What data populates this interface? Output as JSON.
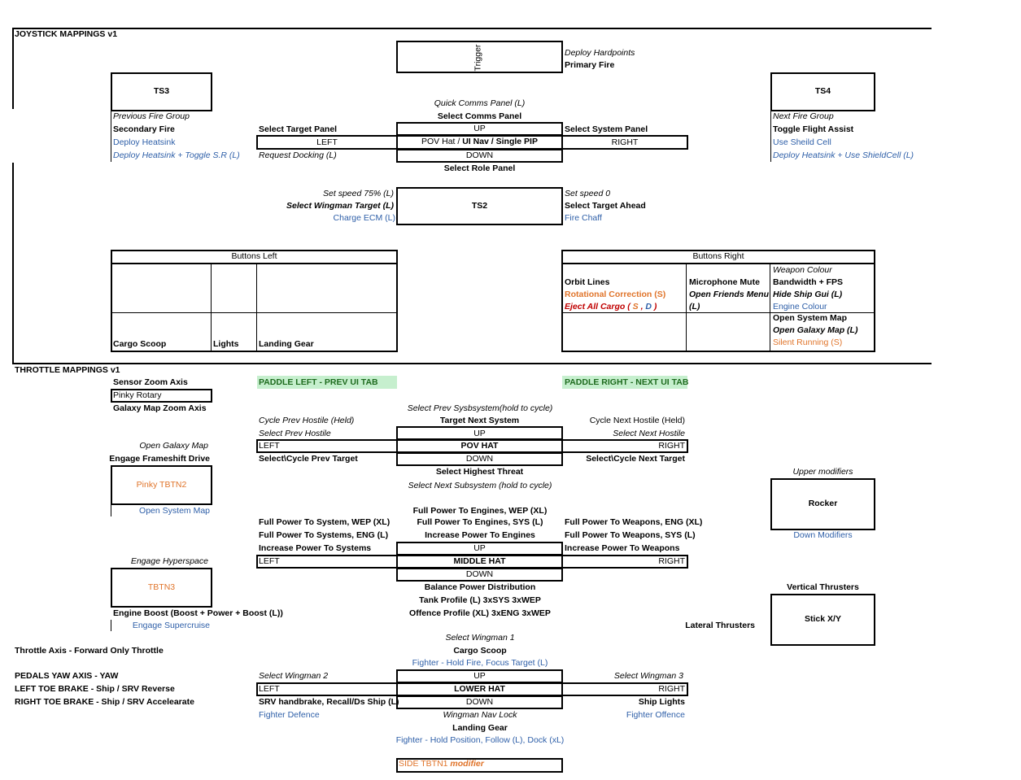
{
  "joystick": {
    "title": "JOYSTICK MAPPINGS v1",
    "trigger": {
      "label": "Trigger",
      "line1": "Deploy Hardpoints",
      "line2": "Primary Fire"
    },
    "ts3": {
      "label": "TS3",
      "l1": "Previous Fire Group",
      "l2": "Secondary Fire",
      "l3": "Deploy Heatsink",
      "l4": "Deploy Heatsink + Toggle S.R (L)"
    },
    "ts4": {
      "label": "TS4",
      "l1": "Next Fire Group",
      "l2": "Toggle Flight Assist",
      "l3": "Use Sheild Cell",
      "l4": "Deploy Heatsink + Use ShieldCell (L)"
    },
    "pov": {
      "top1": "Quick Comms Panel (L)",
      "top2": "Select Comms Panel",
      "left1": "Select Target Panel",
      "left2": "Request Docking (L)",
      "right1": "Select System Panel",
      "up": "UP",
      "down": "DOWN",
      "left": "LEFT",
      "right": "RIGHT",
      "center_a": "POV Hat / ",
      "center_b": "UI Nav / Single PIP",
      "bottom": "Select Role Panel"
    },
    "ts2": {
      "label": "TS2",
      "l1": "Set speed 75% (L)",
      "l2": "Select Wingman Target (L)",
      "l3": "Charge ECM (L)",
      "r1": "Set speed 0",
      "r2": "Select Target Ahead",
      "r3": "Fire Chaff"
    },
    "buttons_left": {
      "title": "Buttons Left",
      "c1": "Cargo Scoop",
      "c2": "Lights",
      "c3": "Landing Gear"
    },
    "buttons_right": {
      "title": "Buttons Right",
      "a1": "Orbit Lines",
      "a2": "Rotational Correction (S)",
      "a3a": "Eject All Cargo ( ",
      "a3s": "S",
      "a3c": " , ",
      "a3d": "D",
      "a3e": " )",
      "b1": "Microphone Mute",
      "b2": "Open Friends Menu",
      "b3": "(L)",
      "c1": "Weapon Colour",
      "c2": "Bandwidth + FPS",
      "c3": "Hide Ship Gui (L)",
      "c4": "Engine Colour",
      "d1": "Open System Map",
      "d2": "Open Galaxy Map (L)",
      "d3": "Silent Running (S)"
    }
  },
  "throttle": {
    "title": "THROTTLE MAPPINGS v1",
    "sensor_zoom": "Sensor Zoom Axis",
    "pinky_rotary": "Pinky Rotary",
    "galaxy_zoom": "Galaxy Map Zoom Axis",
    "paddle_left": "PADDLE LEFT - PREV UI TAB",
    "paddle_right": "PADDLE RIGHT - NEXT UI TAB",
    "pov": {
      "top1": "Select Prev Sysbsystem(hold to cycle)",
      "top2": "Target Next System",
      "l1": "Cycle Prev Hostile (Held)",
      "l2": "Select Prev Hostile",
      "l3": "Select\\Cycle Prev Target",
      "r1": "Cycle Next Hostile (Held)",
      "r2": "Select Next Hostile",
      "r3": "Select\\Cycle Next Target",
      "up": "UP",
      "down": "DOWN",
      "left": "LEFT",
      "right": "RIGHT",
      "center": "POV HAT",
      "b1": "Select Highest Threat",
      "b2": "Select Next Subsystem (hold to cycle)"
    },
    "tbtn2": {
      "above1": "Open Galaxy Map",
      "above2": "Engage Frameshift Drive",
      "label": "Pinky TBTN2",
      "below": "Open System Map"
    },
    "rocker": {
      "above": "Upper modifiers",
      "label": "Rocker",
      "below": "Down Modifiers"
    },
    "middle": {
      "top1": "Full Power To Engines, WEP (XL)",
      "top2": "Full Power To Engines, SYS (L)",
      "top3": "Increase Power To Engines",
      "l1": "Full Power To System, WEP (XL)",
      "l2": "Full Power To Systems, ENG (L)",
      "l3": "Increase Power To Systems",
      "r1": "Full Power To Weapons, ENG (XL)",
      "r2": "Full Power To Weapons, SYS (L)",
      "r3": "Increase Power To Weapons",
      "up": "UP",
      "down": "DOWN",
      "left": "LEFT",
      "right": "RIGHT",
      "center": "MIDDLE HAT",
      "b1": "Balance Power Distribution",
      "b2": "Tank Profile (L) 3xSYS 3xWEP",
      "b3": "Offence Profile (XL) 3xENG 3xWEP"
    },
    "tbtn3": {
      "above": "Engage Hyperspace",
      "label": "TBTN3",
      "below1": "Engine Boost (Boost + Power + Boost (L))",
      "below2": "Engage Supercruise"
    },
    "stick": {
      "above": "Vertical Thrusters",
      "label": "Stick X/Y",
      "left": "Lateral Thrusters"
    },
    "throttle_axis": "Throttle Axis - Forward Only Throttle",
    "pedals": "PEDALS YAW AXIS - YAW",
    "left_toe": "LEFT TOE BRAKE - Ship / SRV Reverse",
    "right_toe": "RIGHT TOE BRAKE - Ship / SRV Accelearate",
    "lower": {
      "top1": "Select Wingman 1",
      "top2": "Cargo Scoop",
      "top3": "Fighter - Hold Fire, Focus Target (L)",
      "l1": "Select Wingman 2",
      "l2": "SRV handbrake, Recall/Ds Ship (L)",
      "l3": "Fighter Defence",
      "r1": "Select Wingman 3",
      "r2": "Ship Lights",
      "r3": "Fighter Offence",
      "up": "UP",
      "down": "DOWN",
      "left": "LEFT",
      "right": "RIGHT",
      "center": "LOWER HAT",
      "b1": "Wingman Nav Lock",
      "b2": "Landing Gear",
      "b3": "Fighter - Hold Position, Follow (L), Dock (xL)"
    },
    "side_a": "SIDE TBTN1 ",
    "side_b": "modifier"
  }
}
